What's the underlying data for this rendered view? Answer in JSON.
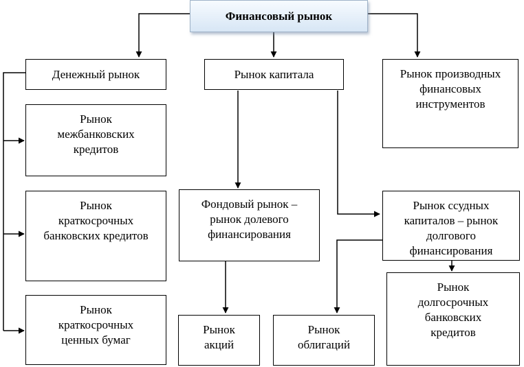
{
  "root": "Финансовый рынок",
  "nodes": {
    "money_market": "Денежный рынок",
    "capital_market": "Рынок капитала",
    "derivatives_market": "Рынок производных\nфинансовых\nинструментов",
    "interbank_loans": "Рынок\nмежбанковских\nкредитов",
    "short_term_bank_loans": "Рынок\nкраткосрочных\nбанковских кредитов",
    "short_term_securities": "Рынок\nкраткосрочных\nценных бумаг",
    "stock_market": "Фондовый рынок –\nрынок долевого\nфинансирования",
    "loan_capital_market": "Рынок ссудных\nкапиталов – рынок\nдолгового\nфинансирования",
    "long_term_bank_loans": "Рынок\nдолгосрочных\nбанковских\nкредитов",
    "shares_market": "Рынок\nакций",
    "bonds_market": "Рынок\nоблигаций"
  }
}
